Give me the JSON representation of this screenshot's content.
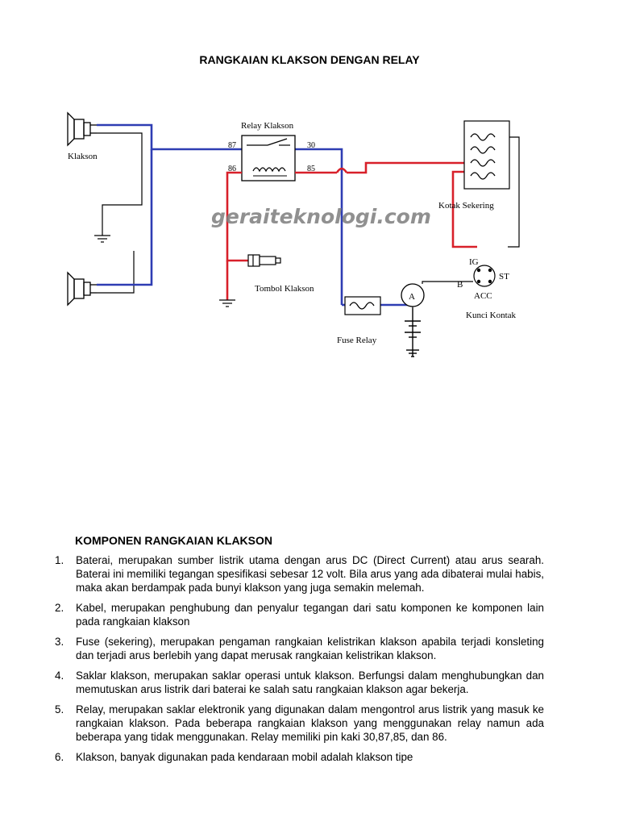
{
  "document": {
    "title": "RANGKAIAN KLAKSON DENGAN RELAY"
  },
  "diagram": {
    "labels": {
      "relay": "Relay Klakson",
      "klakson": "Klakson",
      "tombol": "Tombol Klakson",
      "fuse_relay": "Fuse Relay",
      "kotak_sekering": "Kotak Sekering",
      "kunci_kontak": "Kunci Kontak",
      "ammeter": "A"
    },
    "pins": {
      "p87": "87",
      "p30": "30",
      "p86": "86",
      "p85": "85"
    },
    "ignition": {
      "ig": "IG",
      "st": "ST",
      "b": "B",
      "acc": "ACC"
    },
    "watermark": "geraiteknologi.com",
    "wire_colors": {
      "blue": "#2e3db3",
      "red": "#d8202a"
    }
  },
  "components": {
    "heading": "KOMPONEN RANGKAIAN KLAKSON",
    "items": [
      {
        "num": "1.",
        "text": "Baterai, merupakan sumber listrik utama dengan arus DC (Direct Current) atau arus searah. Baterai ini memiliki tegangan spesifikasi sebesar 12 volt. Bila arus yang ada dibaterai mulai habis, maka akan berdampak pada bunyi klakson yang juga semakin melemah."
      },
      {
        "num": "2.",
        "text": "Kabel, merupakan penghubung dan penyalur tegangan dari satu komponen ke komponen lain pada rangkaian klakson"
      },
      {
        "num": "3.",
        "text": "Fuse (sekering), merupakan pengaman rangkaian kelistrikan klakson apabila terjadi konsleting dan terjadi arus berlebih yang dapat merusak rangkaian kelistrikan klakson."
      },
      {
        "num": "4.",
        "text": "Saklar klakson, merupakan saklar operasi untuk klakson. Berfungsi dalam menghubungkan dan memutuskan arus listrik dari baterai ke salah satu rangkaian klakson agar bekerja."
      },
      {
        "num": "5.",
        "text": "Relay, merupakan saklar elektronik yang digunakan dalam mengontrol arus listrik yang masuk ke rangkaian klakson. Pada beberapa rangkaian klakson yang menggunakan relay namun ada beberapa yang tidak menggunakan. Relay memiliki pin kaki 30,87,85, dan 86."
      },
      {
        "num": "6.",
        "text": "Klakson, banyak digunakan pada kendaraan mobil adalah klakson tipe"
      }
    ]
  }
}
